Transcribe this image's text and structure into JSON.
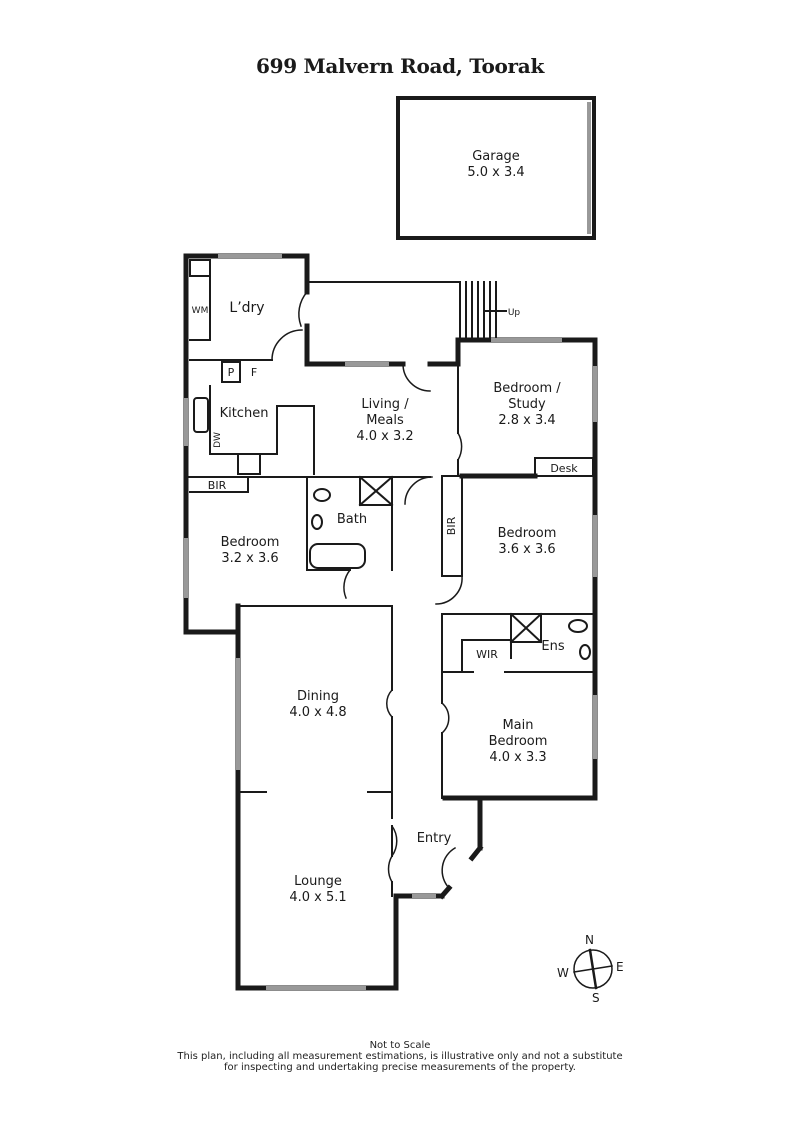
{
  "title": "699 Malvern Road, Toorak",
  "rooms": {
    "garage": {
      "name": "Garage",
      "dims": "5.0 x 3.4"
    },
    "laundry": {
      "name": "L’dry",
      "wm": "WM"
    },
    "pantry": "P",
    "fridge": "F",
    "kitchen": {
      "name": "Kitchen",
      "dw": "DW"
    },
    "living": {
      "line1": "Living /",
      "line2": "Meals",
      "dims": "4.0 x 3.2"
    },
    "study": {
      "line1": "Bedroom /",
      "line2": "Study",
      "dims": "2.8 x 3.4",
      "desk": "Desk"
    },
    "stairs": {
      "label": "Up"
    },
    "bir_left": "BIR",
    "bed_left": {
      "name": "Bedroom",
      "dims": "3.2 x 3.6"
    },
    "bath": {
      "name": "Bath"
    },
    "bir_right": "BIR",
    "bed_right": {
      "name": "Bedroom",
      "dims": "3.6 x 3.6"
    },
    "wir": "WIR",
    "ens": "Ens",
    "main_bed": {
      "line1": "Main",
      "line2": "Bedroom",
      "dims": "4.0 x 3.3"
    },
    "dining": {
      "name": "Dining",
      "dims": "4.0 x 4.8"
    },
    "lounge": {
      "name": "Lounge",
      "dims": "4.0 x 5.1"
    },
    "entry": {
      "name": "Entry"
    }
  },
  "compass": {
    "n": "N",
    "e": "E",
    "s": "S",
    "w": "W"
  },
  "footer": {
    "line1": "Not to Scale",
    "line2": "This plan, including all measurement estimations, is illustrative only and not a substitute",
    "line3": "for inspecting and undertaking precise measurements of the property."
  }
}
